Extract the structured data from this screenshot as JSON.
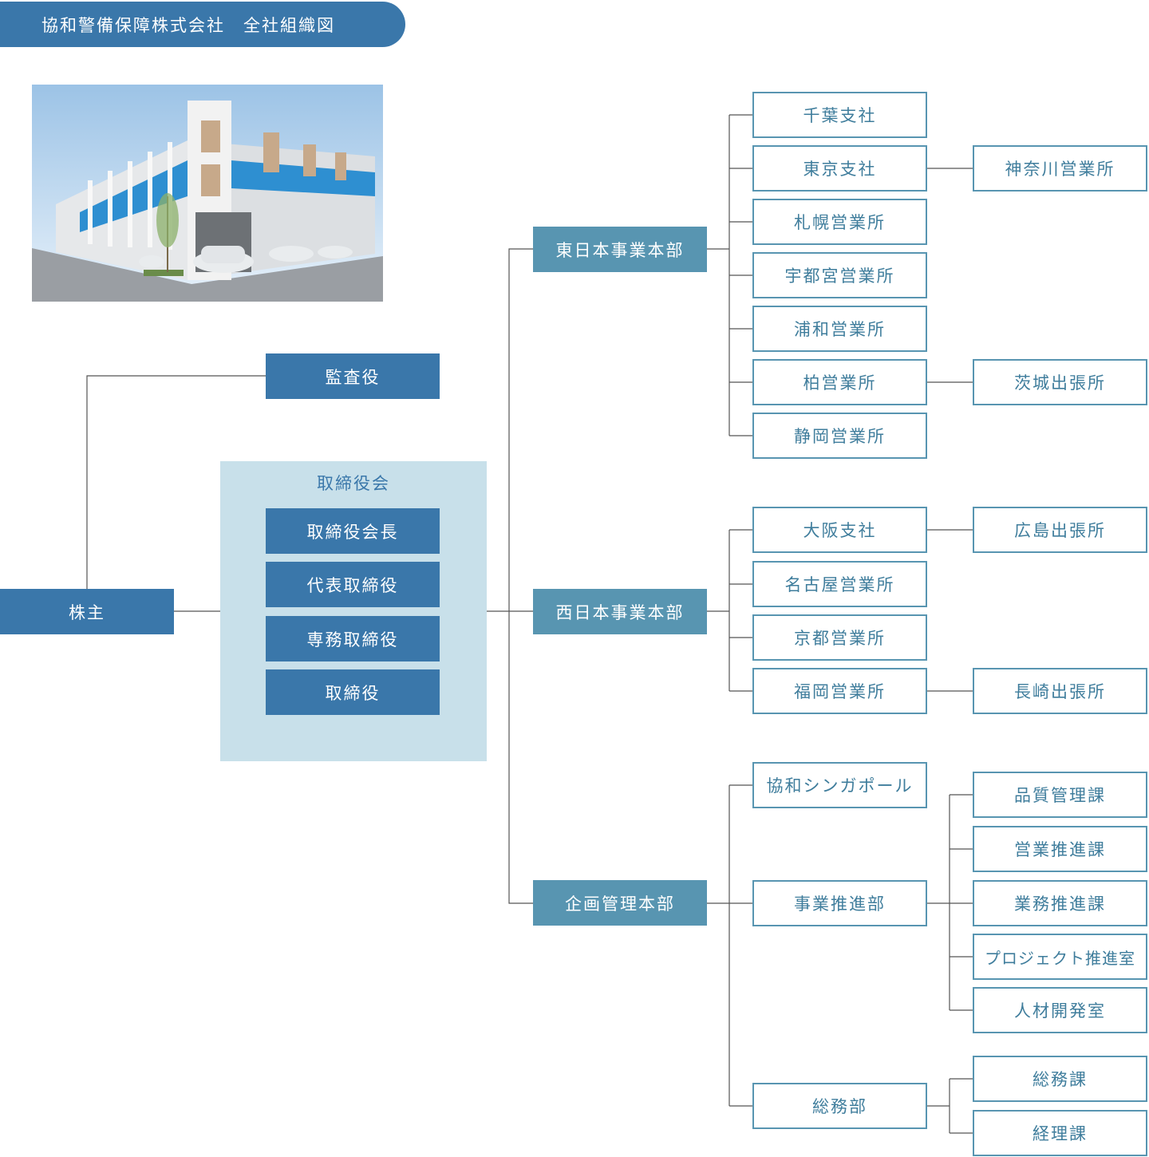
{
  "title": "協和警備保障株式会社　全社組織図",
  "colors": {
    "dark": "#3a77aa",
    "teal": "#5895b1",
    "board_bg": "#c8e0ea",
    "line": "#555555"
  },
  "left": {
    "shareholders": "株主",
    "auditor": "監査役",
    "board": {
      "label": "取締役会",
      "members": [
        "取締役会長",
        "代表取締役",
        "専務取締役",
        "取締役"
      ]
    }
  },
  "divisions": {
    "east": {
      "name": "東日本事業本部",
      "units": [
        "千葉支社",
        "東京支社",
        "札幌営業所",
        "宇都宮営業所",
        "浦和営業所",
        "柏営業所",
        "静岡営業所"
      ],
      "subs": {
        "tokyo": "神奈川営業所",
        "kashiwa": "茨城出張所"
      }
    },
    "west": {
      "name": "西日本事業本部",
      "units": [
        "大阪支社",
        "名古屋営業所",
        "京都営業所",
        "福岡営業所"
      ],
      "subs": {
        "osaka": "広島出張所",
        "fukuoka": "長崎出張所"
      }
    },
    "planning": {
      "name": "企画管理本部",
      "units": [
        "協和シンガポール",
        "事業推進部",
        "総務部"
      ],
      "business_sections": [
        "品質管理課",
        "営業推進課",
        "業務推進課",
        "プロジェクト推進室",
        "人材開発室"
      ],
      "general_sections": [
        "総務課",
        "経理課"
      ]
    }
  }
}
